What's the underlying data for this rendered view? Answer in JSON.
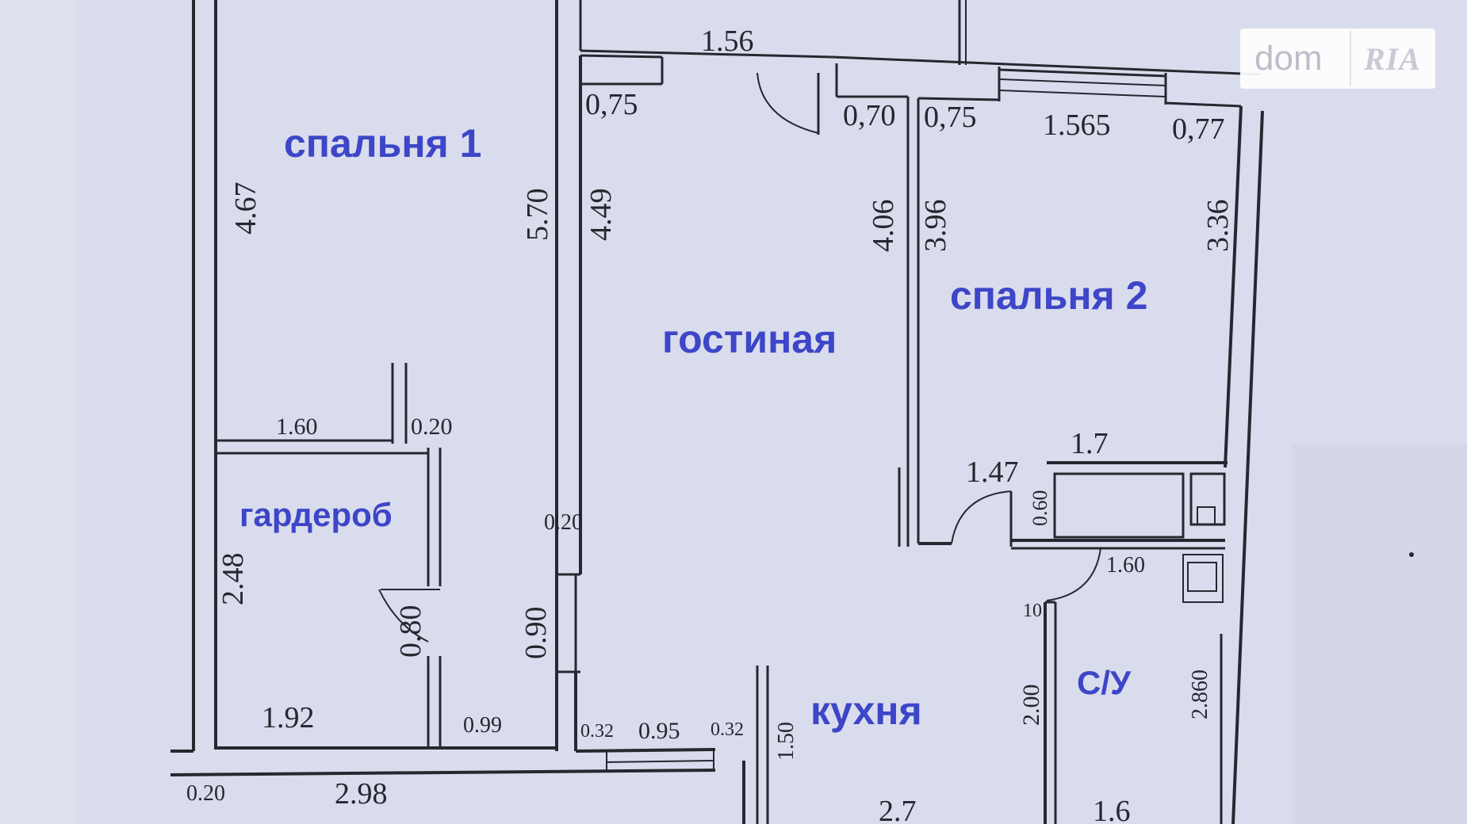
{
  "watermark": {
    "brand": "dom",
    "partner": "RIA"
  },
  "rooms": {
    "bedroom1": "спальня 1",
    "living": "гостиная",
    "bedroom2": "спальня 2",
    "wardrobe": "гардероб",
    "kitchen": "кухня",
    "bathroom": "С/У"
  },
  "dims": {
    "d_156": "1.56",
    "d_075a": "0,75",
    "d_070": "0,70",
    "d_075b": "0,75",
    "d_1565": "1.565",
    "d_077": "0,77",
    "d_467": "4.67",
    "d_570": "5.70",
    "d_449": "4.49",
    "d_406": "4.06",
    "d_396": "3.96",
    "d_336": "3.36",
    "d_160a": "1.60",
    "d_020a": "0.20",
    "d_17": "1.7",
    "d_147": "1.47",
    "d_060": "0.60",
    "d_020b": "0.20",
    "d_160b": "1.60",
    "d_248": "2.48",
    "d_080": "0.80",
    "d_090": "0.90",
    "d_10": "10",
    "d_200": "2.00",
    "d_2860": "2.860",
    "d_192": "1.92",
    "d_099": "0.99",
    "d_032a": "0.32",
    "d_095": "0.95",
    "d_032b": "0.32",
    "d_150": "1.50",
    "d_020c": "0.20",
    "d_298": "2.98",
    "d_27": "2.7",
    "d_16": "1.6"
  }
}
